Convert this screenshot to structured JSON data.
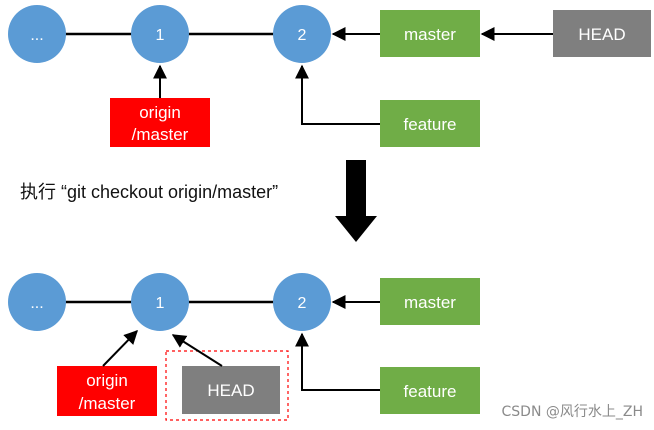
{
  "colors": {
    "commit_node": "#5b9bd5",
    "branch_box": "#70ad47",
    "remote_box": "#ff0000",
    "head_box": "#7f7f7f",
    "line": "#000000",
    "dashed_outline": "#ff0000"
  },
  "before": {
    "nodes": [
      "...",
      "1",
      "2"
    ],
    "master": "master",
    "head": "HEAD",
    "origin_line1": "origin",
    "origin_line2": "/master",
    "feature": "feature"
  },
  "caption": "执行 “git checkout origin/master”",
  "after": {
    "nodes": [
      "...",
      "1",
      "2"
    ],
    "master": "master",
    "head": "HEAD",
    "origin_line1": "origin",
    "origin_line2": "/master",
    "feature": "feature"
  },
  "watermark": "CSDN @风行水上_ZH"
}
